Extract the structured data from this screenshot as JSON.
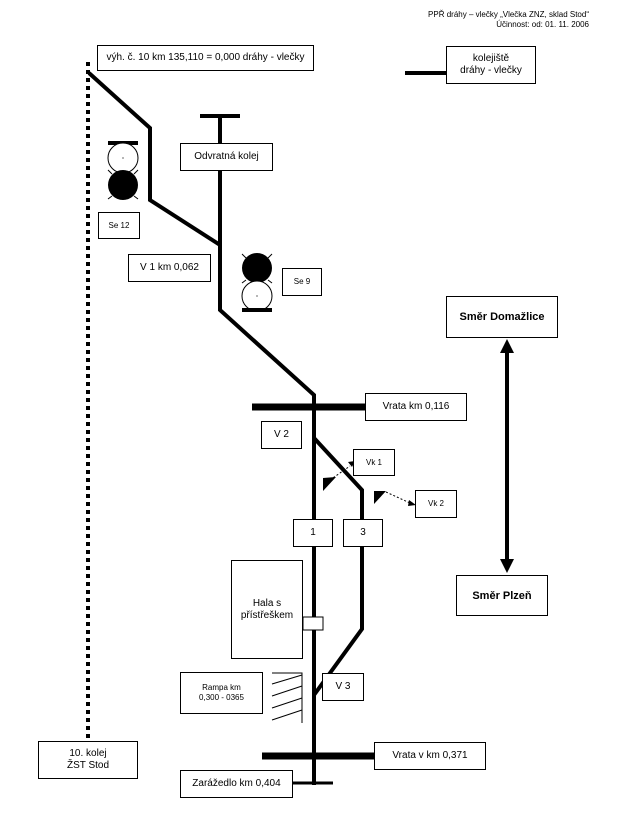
{
  "header": {
    "line1": "PPŘ dráhy – vlečky „Vlečka ZNZ, sklad Stod“",
    "line2": "Účinnost: od: 01. 11. 2006"
  },
  "legend": {
    "label_line1": "kolejiště",
    "label_line2": "dráhy - vlečky"
  },
  "labels": {
    "switch_origin": "výh. č. 10 km 135,110 = 0,000 dráhy - vlečky",
    "odvratna": "Odvratná kolej",
    "se12": "Se 12",
    "v1": "V 1 km 0,062",
    "se9": "Se 9",
    "vrata1": "Vrata km 0,116",
    "v2": "V 2",
    "vk1": "Vk 1",
    "vk2": "Vk 2",
    "track1": "1",
    "track3": "3",
    "hala_line1": "Hala s",
    "hala_line2": "přístřeškem",
    "rampa_line1": "Rampa km",
    "rampa_line2": "0,300 - 0365",
    "v3": "V 3",
    "kolej10_line1": "10. kolej",
    "kolej10_line2": "ŽST Stod",
    "vrata2": "Vrata v km 0,371",
    "zarazedlo": "Zarážedlo km 0,404"
  },
  "directions": {
    "north": "Směr Domažlice",
    "south": "Směr Plzeň"
  }
}
